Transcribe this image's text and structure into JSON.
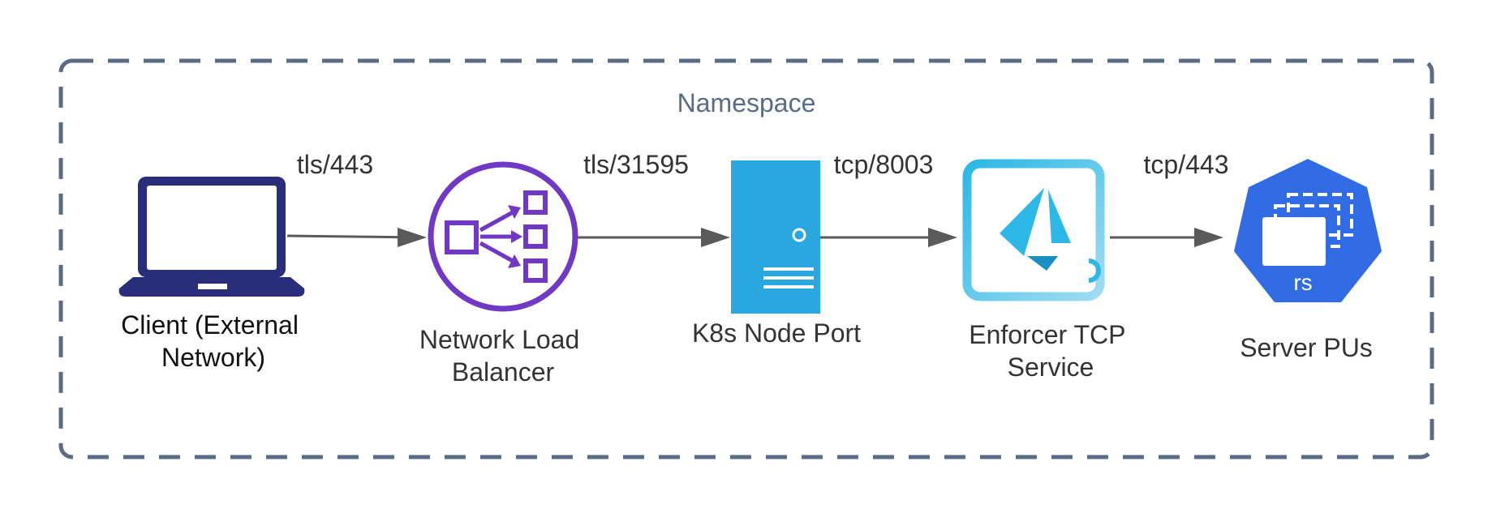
{
  "namespace": {
    "label": "Namespace"
  },
  "nodes": [
    {
      "id": "client",
      "label_lines": [
        "Client (External",
        "Network)"
      ],
      "icon": "laptop-icon"
    },
    {
      "id": "nlb",
      "label_lines": [
        "Network Load",
        "Balancer"
      ],
      "icon": "load-balancer-icon"
    },
    {
      "id": "nodeport",
      "label_lines": [
        "K8s Node Port"
      ],
      "icon": "server-icon"
    },
    {
      "id": "enforcer",
      "label_lines": [
        "Enforcer TCP",
        "Service"
      ],
      "icon": "enforcer-icon"
    },
    {
      "id": "server",
      "label_lines": [
        "Server PUs"
      ],
      "icon": "replicaset-icon",
      "icon_text": "rs"
    }
  ],
  "edges": [
    {
      "from": "client",
      "to": "nlb",
      "label": "tls/443"
    },
    {
      "from": "nlb",
      "to": "nodeport",
      "label": "tls/31595"
    },
    {
      "from": "nodeport",
      "to": "enforcer",
      "label": "tcp/8003"
    },
    {
      "from": "enforcer",
      "to": "server",
      "label": "tcp/443"
    }
  ],
  "colors": {
    "namespace_border": "#5a6b85",
    "namespace_text": "#5a6b85",
    "laptop": "#2a2e7a",
    "load_balancer": "#7138c6",
    "server": "#29a8e0",
    "enforcer_accent": "#2bb8e6",
    "k8s_blue": "#326ce5",
    "arrow": "#5a5a5a",
    "text": "#333333"
  }
}
